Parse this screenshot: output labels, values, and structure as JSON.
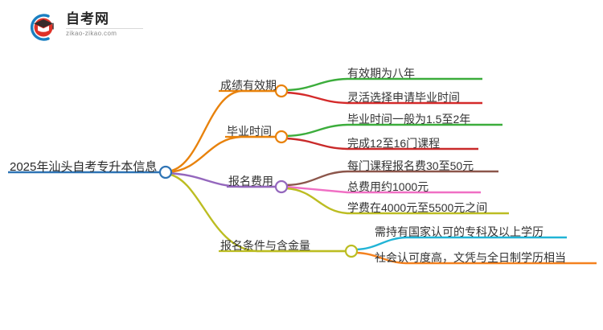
{
  "logo": {
    "icon_name": "graduation-cap-logo",
    "title": "自考网",
    "url": "zikao-zikao.com"
  },
  "mindmap": {
    "root": {
      "label": "2025年汕头自考专升本信息",
      "color": "#2e74b5"
    },
    "branches": [
      {
        "label": "成绩有效期",
        "color": "#e8820c",
        "children": [
          {
            "label": "有效期为八年",
            "color": "#3cad3c"
          },
          {
            "label": "灵活选择申请毕业时间",
            "color": "#d42a2a"
          }
        ]
      },
      {
        "label": "毕业时间",
        "color": "#e8820c",
        "children": [
          {
            "label": "毕业时间一般为1.5至2年",
            "color": "#3cad3c"
          },
          {
            "label": "完成12至16门课程",
            "color": "#c92a2a"
          }
        ]
      },
      {
        "label": "报名费用",
        "color": "#9467bd",
        "children": [
          {
            "label": "每门课程报名费30至50元",
            "color": "#8c564b"
          },
          {
            "label": "总费用约1000元",
            "color": "#f06fc4"
          },
          {
            "label": "学费在4000元至5500元之间",
            "color": "#bcbd22"
          }
        ]
      },
      {
        "label": "报名条件与含金量",
        "color": "#bcbd22",
        "children": [
          {
            "label": "需持有国家认可的专科及以上学历",
            "color": "#21b4d6"
          },
          {
            "label": "社会认可度高，文凭与全日制学历相当",
            "color": "#f4811f"
          }
        ]
      }
    ]
  }
}
